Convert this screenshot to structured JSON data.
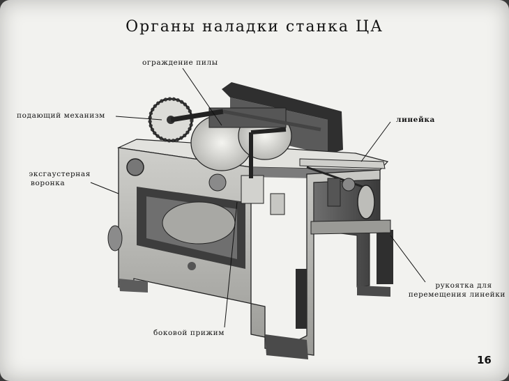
{
  "slide": {
    "title": "Органы наладки станка ЦА",
    "page_number": "16"
  },
  "labels": {
    "saw_guard": "ограждение пилы",
    "feed_mechanism": "подающий механизм",
    "ruler": "линейка",
    "exhaust_funnel_line1": "эксгаустерная",
    "exhaust_funnel_line2": "воронка",
    "ruler_handle_line1": "рукоятка для",
    "ruler_handle_line2": "перемещения линейки",
    "side_clamp": "боковой прижим"
  },
  "colors": {
    "slide_bg": "#f2f2ef",
    "machine_dark": "#2b2b2b",
    "machine_mid": "#8a8a8a",
    "machine_light": "#d6d6d2",
    "leader_line": "#111111"
  }
}
